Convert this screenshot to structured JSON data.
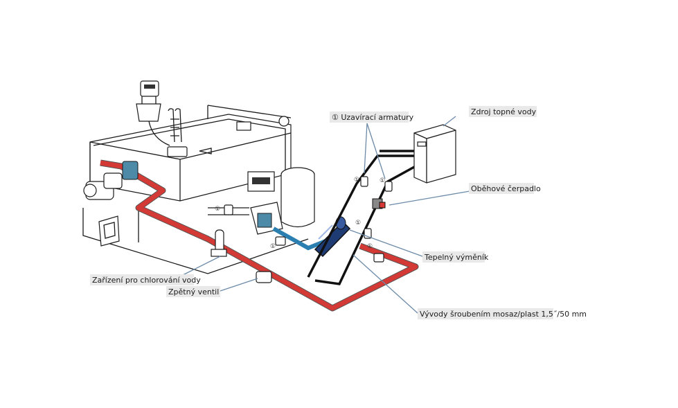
{
  "labels": {
    "uzaviraci": "① Uzavírací armatury",
    "zdroj": "Zdroj topné vody",
    "obehove": "Oběhové čerpadlo",
    "tepelny": "Tepelný výměník",
    "vyvody": "Vývody šroubením mosaz/plast 1,5˝/50 mm",
    "chlorovani": "Zařízení pro chlorování vody",
    "zpetny": "Zpětný ventil"
  },
  "valve_mark": "①",
  "colors": {
    "hot_pipe": "#d33a36",
    "return_pipe": "#111111",
    "cold_pipe": "#2a7fb0",
    "leader": "#6b8aa8",
    "label_bg": "#e9e9e9"
  }
}
